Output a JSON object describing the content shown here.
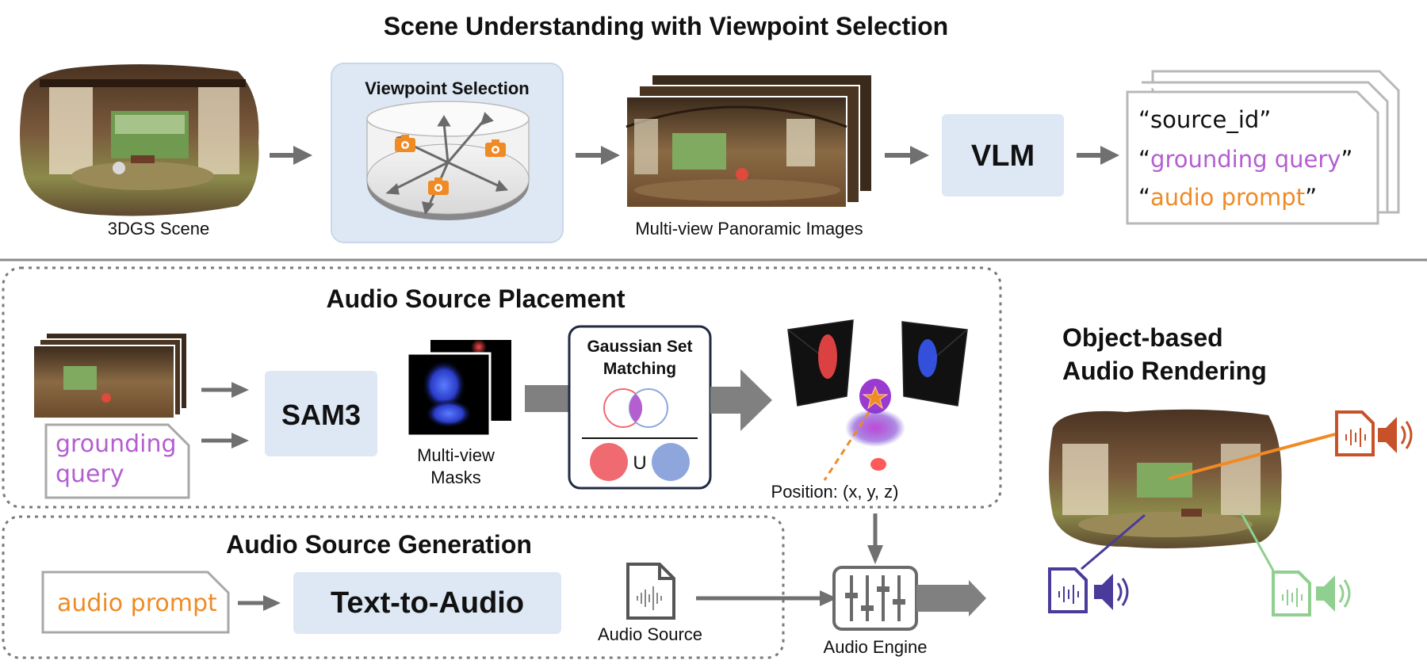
{
  "titles": {
    "scene_understanding": "Scene Understanding with Viewpoint Selection",
    "audio_placement": "Audio Source Placement",
    "audio_generation": "Audio Source Generation",
    "object_rendering_line1": "Object-based",
    "object_rendering_line2": "Audio Rendering"
  },
  "labels": {
    "scene": "3DGS Scene",
    "viewpoint_selection": "Viewpoint Selection",
    "panoramic": "Multi-view Panoramic Images",
    "vlm": "VLM",
    "source_id": "“source_id”",
    "grounding_query_quoted": "grounding query",
    "audio_prompt_quoted": "audio prompt",
    "grounding_line1": "grounding",
    "grounding_line2": "query",
    "sam3": "SAM3",
    "masks_line1": "Multi-view",
    "masks_line2": "Masks",
    "gaussian_line1": "Gaussian Set",
    "gaussian_line2": "Matching",
    "union": "U",
    "position": "Position: (x, y, z)",
    "audio_prompt": "audio prompt",
    "text_to_audio": "Text-to-Audio",
    "audio_source": "Audio Source",
    "audio_engine": "Audio Engine"
  },
  "colors": {
    "purple": "#b45ed0",
    "orange": "#f08a24",
    "light_blue_box": "#dde8f4",
    "arrow_gray": "#707070",
    "navy": "#1f2a44",
    "red_circle": "#f06a72",
    "blue_circle": "#8fa6dc",
    "speaker_orange": "#c7522a",
    "speaker_purple": "#4a3a9a",
    "speaker_green": "#8fcf8f"
  },
  "icons": {
    "camera": "camera-icon",
    "audio_file": "audio-file-icon",
    "speaker": "speaker-icon",
    "mixer": "mixer-icon",
    "star": "star-icon"
  }
}
